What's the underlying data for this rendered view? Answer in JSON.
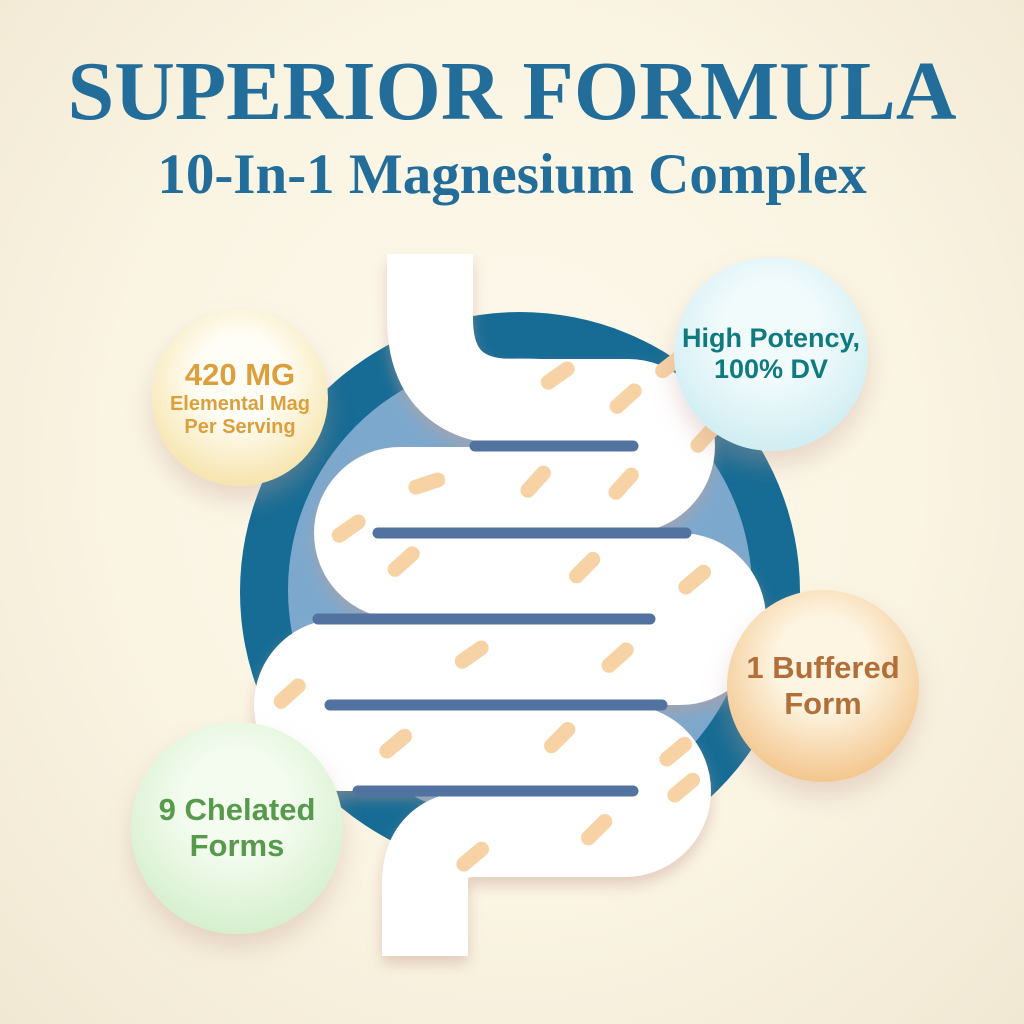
{
  "header": {
    "title": "SUPERIOR FORMULA",
    "subtitle": "10-In-1 Magnesium Complex"
  },
  "badges": {
    "elemental": {
      "value": "420 MG",
      "line2": "Elemental Mag",
      "line3": "Per Serving"
    },
    "potency": {
      "line1": "High Potency,",
      "line2": "100% DV"
    },
    "buffered": {
      "line1": "1 Buffered",
      "line2": "Form"
    },
    "chelated": {
      "line1": "9 Chelated",
      "line2": "Forms"
    }
  },
  "illustration": {
    "icon": "intestines-gut-icon"
  },
  "colors": {
    "bg_center": "#fdf9ec",
    "bg_mid": "#faf4e2",
    "bg_edge": "#f1e8d3",
    "title": "#226d99",
    "circle_dark": "#166c95",
    "circle_light": "#7ca8cd",
    "tube": "#ffffff",
    "crease": "#52739f",
    "pill": "#f7d2a4",
    "y_center": "#fffef6",
    "y_rim": "#f3d88a",
    "y_text": "#dd9f3c",
    "c_center": "#f2fbfc",
    "c_rim": "#bfe7ee",
    "c_text": "#0f7a7f",
    "o_center": "#fdf5e2",
    "o_rim": "#efb066",
    "o_text": "#b26f3a",
    "g_center": "#f4fcf0",
    "g_rim": "#c7eabc",
    "g_text": "#579a4b"
  }
}
